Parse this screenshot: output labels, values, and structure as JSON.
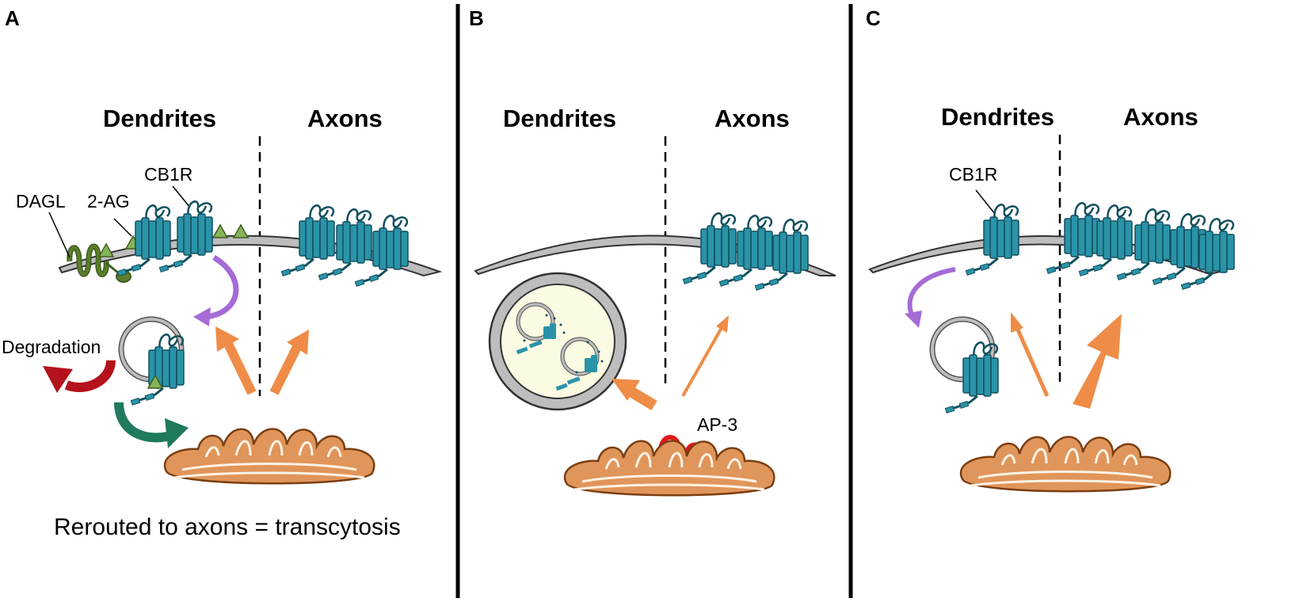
{
  "panels": [
    {
      "letter": "A",
      "dendrites": "Dendrites",
      "axons": "Axons",
      "labels": {
        "dagl": "DAGL",
        "two_ag": "2-AG",
        "cb1r": "CB1R",
        "degradation": "Degradation"
      },
      "caption": "Rerouted to axons = transcytosis"
    },
    {
      "letter": "B",
      "dendrites": "Dendrites",
      "axons": "Axons",
      "labels": {
        "ap3": "AP-3"
      }
    },
    {
      "letter": "C",
      "dendrites": "Dendrites",
      "axons": "Axons",
      "labels": {
        "cb1r": "CB1R"
      }
    }
  ],
  "colors": {
    "receptor": "#2A93A8",
    "receptor_dark": "#12505e",
    "membrane": "#bdbdbd",
    "golgi": "#e0955a",
    "golgi_light": "#f3b98a",
    "arrow_orange": "#ef8c47",
    "arrow_purple": "#a56bd6",
    "arrow_red": "#b4121c",
    "arrow_green": "#1f7a5e",
    "dagl_green": "#5b7d2b",
    "two_ag_green": "#86b45a",
    "ap3_red": "#e01818",
    "lysosome_fill": "#fbfae3"
  }
}
